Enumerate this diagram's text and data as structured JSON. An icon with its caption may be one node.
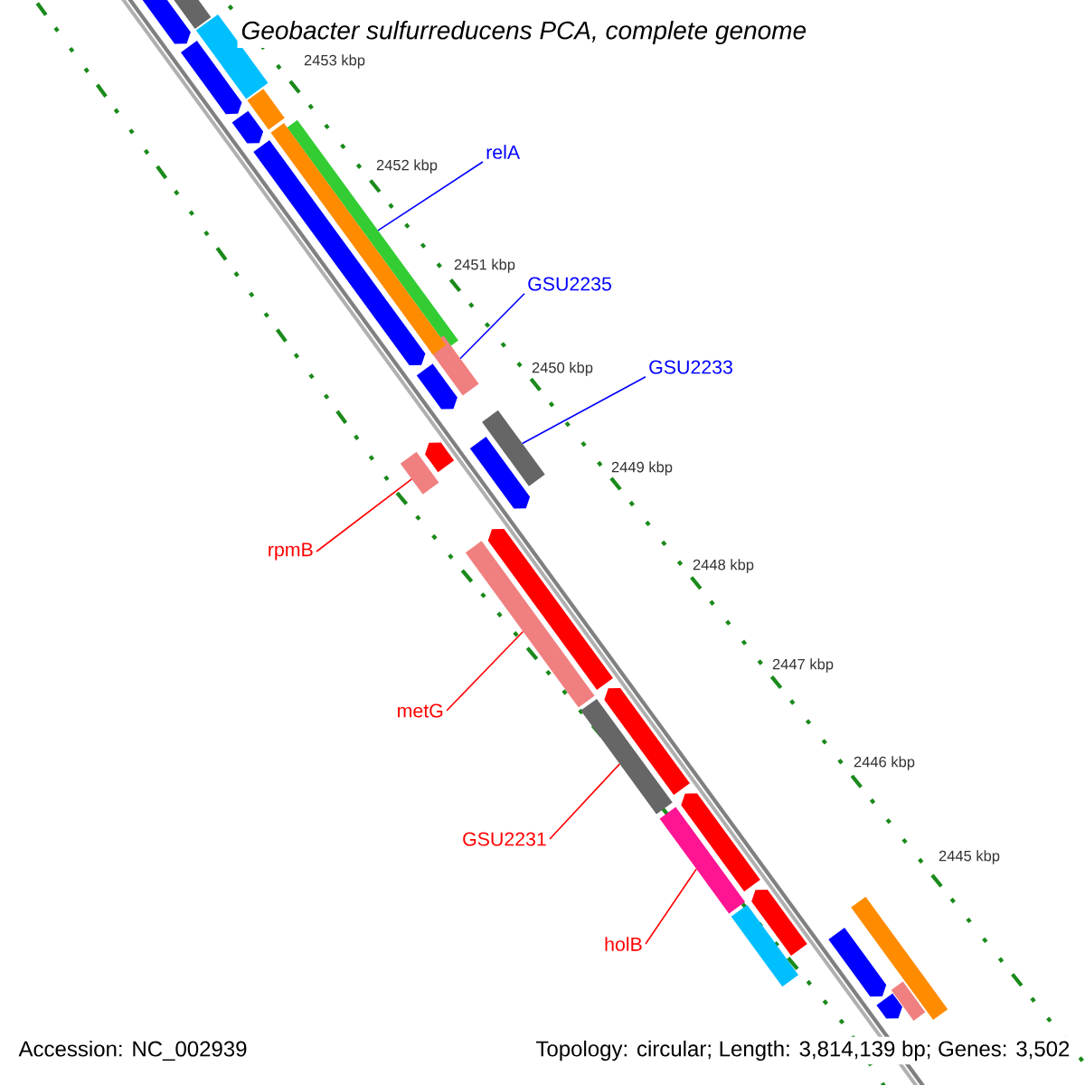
{
  "diagram": {
    "title": "Geobacter sulfurreducens PCA, complete genome",
    "nodes": [
      {
        "text": [
          "relA"
        ]
      },
      {
        "text": [],
        "shape": "bar"
      },
      {
        "text": [
          "GSU2235"
        ]
      },
      {
        "text": [],
        "shape": "bar"
      },
      {
        "text": [
          "GSU2233"
        ]
      },
      {
        "text": [],
        "shape": "bar"
      },
      {
        "text": [
          "rpmB"
        ]
      },
      {
        "text": [],
        "shape": "bar"
      },
      {
        "text": [
          "metG"
        ]
      },
      {
        "text": [],
        "shape": "bar"
      },
      {
        "text": [
          "GSU2231"
        ]
      },
      {
        "text": [],
        "shape": "bar"
      },
      {
        "text": [
          "holB"
        ]
      },
      {
        "text": [],
        "shape": "bar"
      },
      {
        "text": [],
        "shape": "bar"
      },
      {
        "text": [],
        "shape": "bar"
      },
      {
        "text": [],
        "shape": "bar"
      },
      {
        "text": [],
        "shape": "bar"
      },
      {
        "text": [],
        "shape": "bar"
      },
      {
        "text": [],
        "shape": "bar"
      },
      {
        "text": [],
        "shape": "bar"
      },
      {
        "text": [],
        "shape": "bar"
      },
      {
        "text": [],
        "shape": "bar"
      },
      {
        "text": [],
        "shape": "bar"
      },
      {
        "text": [],
        "shape": "bar"
      },
      {
        "text": [],
        "shape": "bar"
      },
      {
        "text": [],
        "shape": "bar"
      },
      {
        "text": [],
        "shape": "bar"
      },
      {
        "text": [],
        "shape": "bar"
      },
      {
        "text": [],
        "shape": "bar"
      },
      {
        "text": [],
        "shape": "bar"
      },
      {
        "text": [],
        "shape": "bar"
      },
      {
        "text": [],
        "shape": "bar"
      },
      {
        "text": [],
        "shape": "bar"
      }
    ],
    "edges": [
      {
        "from": 0,
        "to": 1,
        "arrow": "none",
        "color": "#0000ff"
      },
      {
        "from": 2,
        "to": 3,
        "arrow": "none",
        "color": "#0000ff"
      },
      {
        "from": 4,
        "to": 5,
        "arrow": "none",
        "color": "#0000ff"
      },
      {
        "from": 6,
        "to": 7,
        "arrow": "none"
      },
      {
        "from": 8,
        "to": 9,
        "arrow": "none"
      },
      {
        "from": 10,
        "to": 11,
        "arrow": "none"
      },
      {
        "from": 12,
        "to": 13,
        "arrow": "none"
      }
    ],
    "labels": [
      "2453 kbp",
      "2452 kbp",
      "2451 kbp",
      "2450 kbp",
      "2449 kbp",
      "2448 kbp",
      "2447 kbp",
      "2446 kbp",
      "2445 kbp",
      "Accession: NC_002939",
      "Topology: circular; Length: 3,814,139 bp; Genes: 3,502"
    ]
  }
}
